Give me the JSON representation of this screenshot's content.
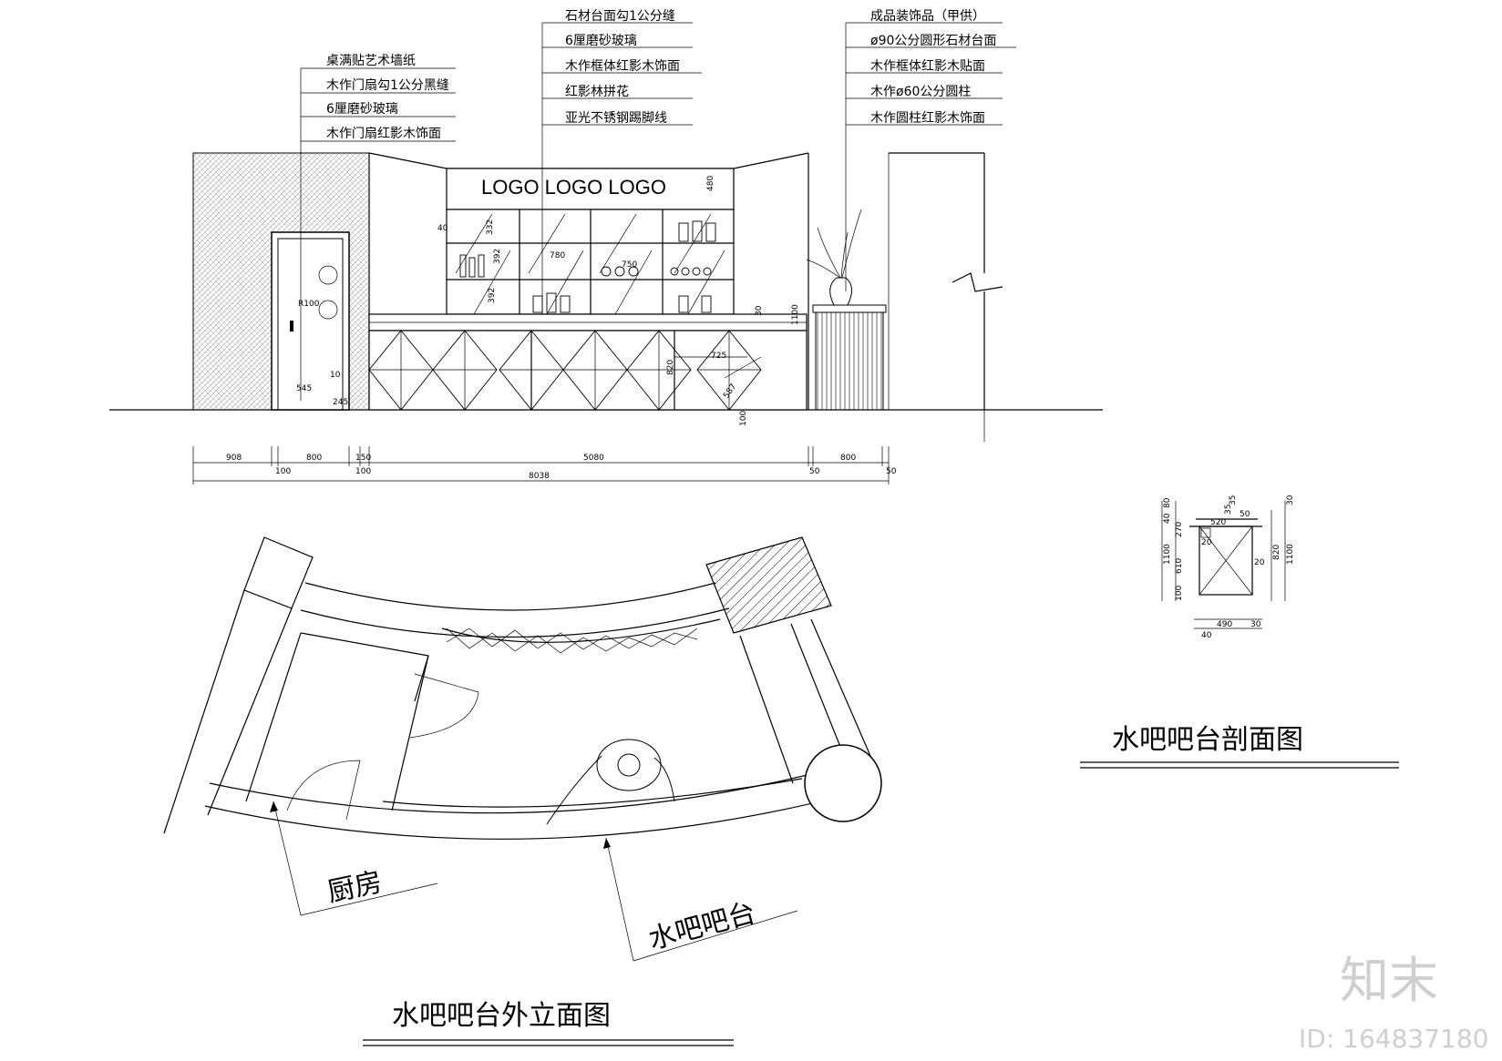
{
  "annotations": {
    "left": [
      "桌满贴艺术墙纸",
      "木作门扇勾1公分黑缝",
      "6厘磨砂玻璃",
      "木作门扇红影木饰面"
    ],
    "center": [
      "石材台面勾1公分缝",
      "6厘磨砂玻璃",
      "木作框体红影木饰面",
      "红影林拼花",
      "亚光不锈钢踢脚线"
    ],
    "right": [
      "成品装饰品（甲供）",
      "ø90公分圆形石材台面",
      "木作框体红影木贴面",
      "木作ø60公分圆柱",
      "木作圆柱红影木饰面"
    ]
  },
  "logo_text": "LOGO  LOGO  LOGO",
  "elevation_dims": {
    "d480": "480",
    "d40": "40",
    "d332": "332",
    "d392a": "392",
    "d392b": "392",
    "d780": "780",
    "d750": "750",
    "d30": "30",
    "d1100": "1100",
    "d820": "820",
    "d725": "725",
    "d587": "587",
    "d100": "100",
    "d100b": "100",
    "r100": "R100",
    "d545": "545",
    "d245": "245",
    "d10": "10"
  },
  "bottom_dims": {
    "seg1": "908",
    "seg2": "800",
    "seg3": "150",
    "seg4": "5080",
    "seg5": "800",
    "sub1": "100",
    "sub2": "100",
    "sub3": "50",
    "sub4": "50",
    "total": "8038"
  },
  "section_dims": {
    "a": "80",
    "b": "40",
    "c": "270",
    "d": "1100",
    "e": "610",
    "f": "100",
    "g": "35",
    "h": "35",
    "i": "50",
    "j": "520",
    "k": "20",
    "l": "820",
    "m": "1100",
    "n": "30",
    "o": "20",
    "p": "490",
    "q": "30",
    "r": "40"
  },
  "plan_labels": {
    "kitchen": "厨房",
    "bar": "水吧吧台"
  },
  "titles": {
    "section": "水吧吧台剖面图",
    "elevation": "水吧吧台外立面图"
  },
  "watermark": {
    "logo": "知末",
    "id": "ID: 164837180"
  }
}
